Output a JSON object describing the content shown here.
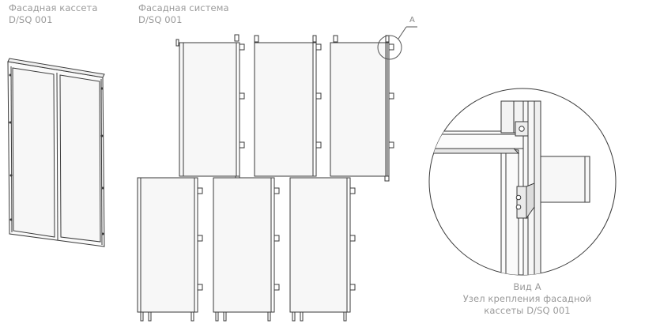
{
  "captions": {
    "cassette": {
      "title": "Фасадная кассета",
      "code": "D/SQ 001"
    },
    "system": {
      "title": "Фасадная система",
      "code": "D/SQ 001"
    },
    "detail": {
      "view": "Вид А",
      "line2": "Узел крепления фасадной",
      "line3": "кассеты D/SQ 001"
    }
  },
  "detail_marker": "А",
  "colors": {
    "line": "#3a3a3a",
    "caption": "#9a9a9a",
    "panel_fill": "#f7f7f7",
    "shade": "#c8c8c8"
  }
}
